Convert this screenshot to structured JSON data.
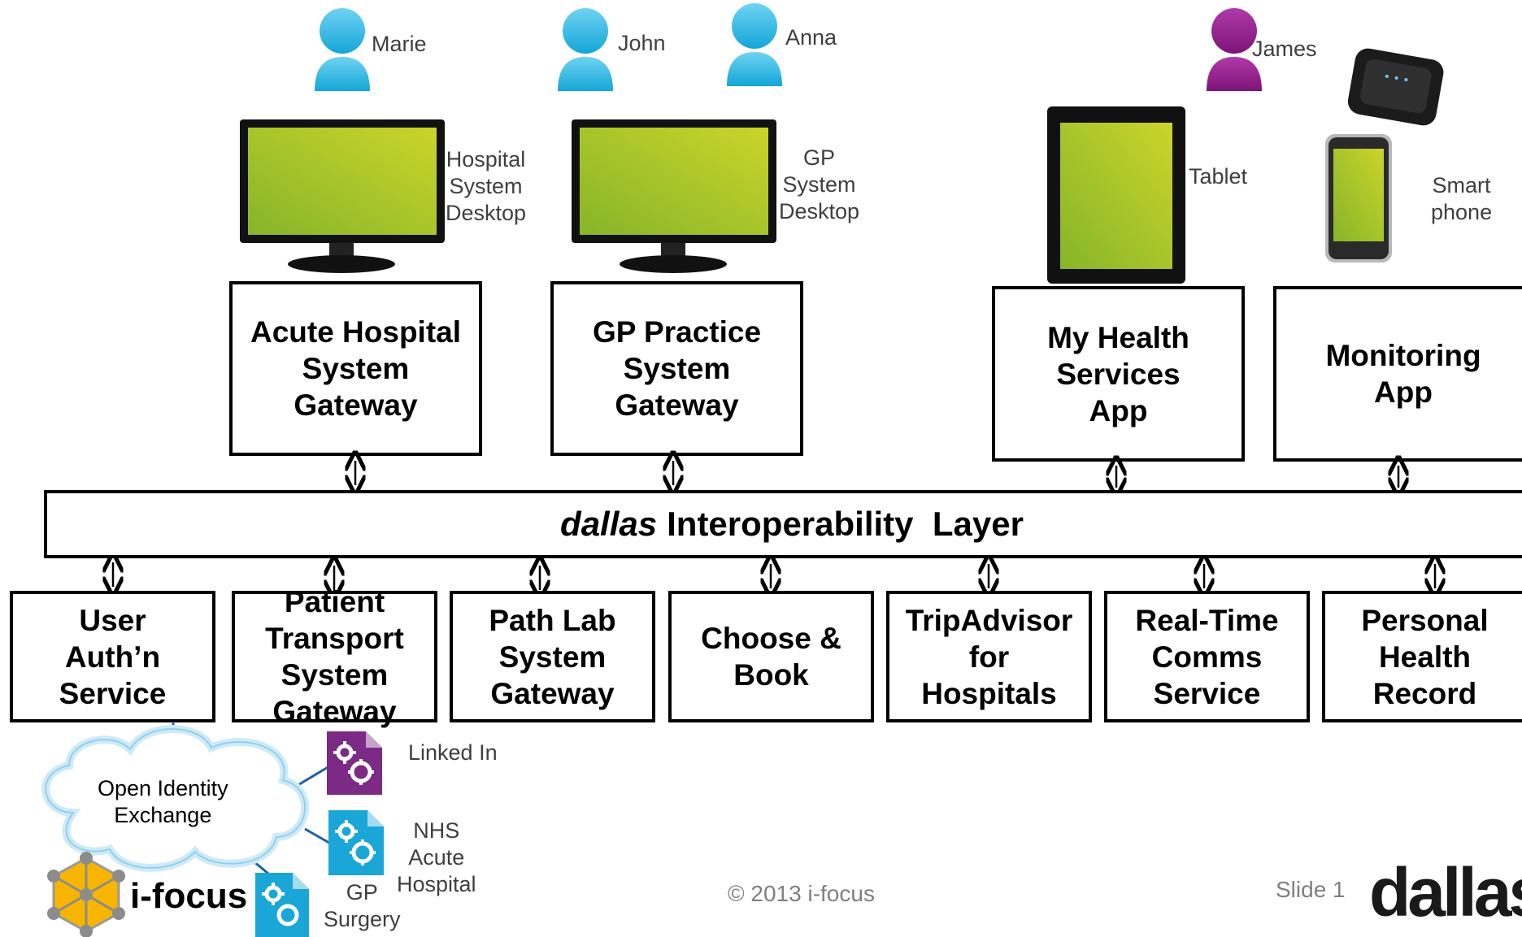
{
  "users": [
    {
      "name": "Marie",
      "color": "#2fb7e0"
    },
    {
      "name": "John",
      "color": "#2fb7e0"
    },
    {
      "name": "Anna",
      "color": "#2fb7e0"
    },
    {
      "name": "James",
      "color": "#8e1d8a"
    }
  ],
  "devices": {
    "hospital_desktop": "Hospital\nSystem\nDesktop",
    "gp_desktop": "GP\nSystem\nDesktop",
    "tablet": "Tablet",
    "smartphone": "Smart\nphone"
  },
  "top_boxes": {
    "acute": "Acute Hospital\nSystem\nGateway",
    "gp": "GP Practice\nSystem\nGateway",
    "myhealth": "My Health\nServices\nApp",
    "monitoring": "Monitoring\nApp"
  },
  "layer": {
    "italic": "dallas",
    "rest": "Interoperability  Layer"
  },
  "bottom_boxes": [
    "User\nAuth’n\nService",
    "Patient\nTransport\nSystem\nGateway",
    "Path Lab\nSystem\nGateway",
    "Choose &\nBook",
    "TripAdvisor\nfor\nHospitals",
    "Real-Time\nComms\nService",
    "Personal\nHealth\nRecord"
  ],
  "cloud": "Open Identity\nExchange",
  "apps": {
    "linkedin": "Linked In",
    "nhs": "NHS\nAcute\nHospital",
    "gp": "GP\nSurgery"
  },
  "colors": {
    "screen_green": "#9cc42a",
    "person_blue": "#2fb7e0",
    "person_purple": "#8e1d8a",
    "gear_purple": "#7b2a86",
    "gear_blue": "#1aa6d6",
    "ifocus_yellow": "#f7b500"
  },
  "footer": {
    "copyright": "© 2013 i-focus",
    "slide": "Slide 1",
    "ifocus": "i-focus",
    "dallas_logo": "dallas"
  }
}
